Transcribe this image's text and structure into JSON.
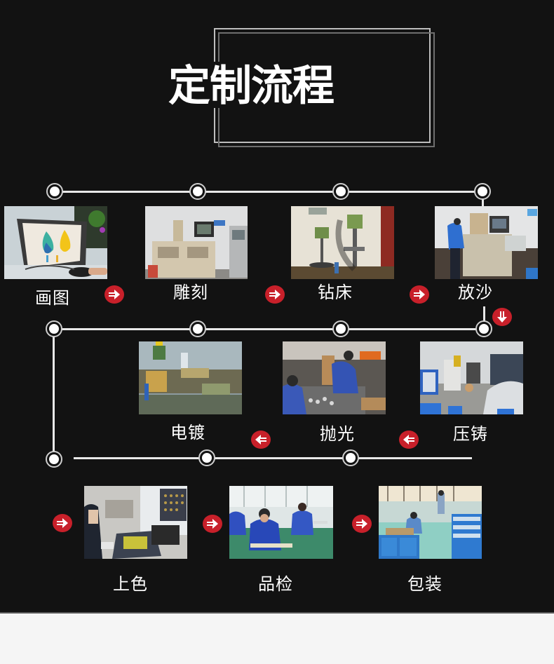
{
  "title": "定制流程",
  "colors": {
    "background": "#121212",
    "footer_background": "#f5f5f5",
    "line": "#e8e8e8",
    "arrow_badge": "#c8202a",
    "text": "#ffffff"
  },
  "steps": [
    {
      "index": 1,
      "label": "画图",
      "photo": "designer-drawing-on-monitor"
    },
    {
      "index": 2,
      "label": "雕刻",
      "photo": "engraving-machine"
    },
    {
      "index": 3,
      "label": "钻床",
      "photo": "drill-press"
    },
    {
      "index": 4,
      "label": "放沙",
      "photo": "worker-at-sand-machine"
    },
    {
      "index": 5,
      "label": "压铸",
      "photo": "die-casting-workshop"
    },
    {
      "index": 6,
      "label": "抛光",
      "photo": "workers-polishing"
    },
    {
      "index": 7,
      "label": "电镀",
      "photo": "electroplating-line"
    },
    {
      "index": 8,
      "label": "上色",
      "photo": "coloring-machine"
    },
    {
      "index": 9,
      "label": "品检",
      "photo": "quality-inspection-workers"
    },
    {
      "index": 10,
      "label": "包装",
      "photo": "packing-workshop"
    }
  ],
  "arrows": [
    {
      "direction": "right",
      "icon": "right-arrow-icon"
    },
    {
      "direction": "right",
      "icon": "right-arrow-icon"
    },
    {
      "direction": "right",
      "icon": "right-arrow-icon"
    },
    {
      "direction": "down",
      "icon": "down-arrow-icon"
    },
    {
      "direction": "left",
      "icon": "left-arrow-icon"
    },
    {
      "direction": "left",
      "icon": "left-arrow-icon"
    },
    {
      "direction": "right",
      "icon": "right-arrow-icon"
    },
    {
      "direction": "right",
      "icon": "right-arrow-icon"
    },
    {
      "direction": "right",
      "icon": "right-arrow-icon"
    }
  ]
}
